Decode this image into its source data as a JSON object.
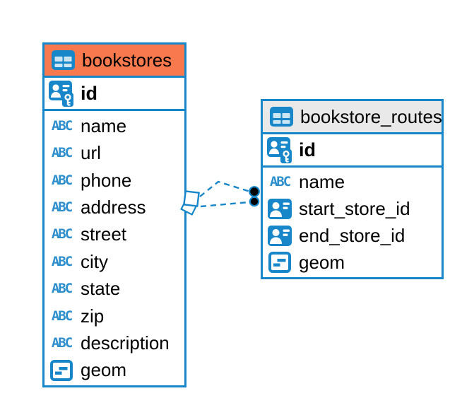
{
  "diagram": {
    "text_type_icon_label": "ABC",
    "colors": {
      "accent_blue": "#1787c9",
      "bookstores_header": "#f8794d",
      "routes_header": "#e9e9e9",
      "child_marker_fill": "#000000",
      "background": "#ffffff",
      "text": "#000000"
    },
    "tables": [
      {
        "name": "bookstores",
        "header_color": "#f8794d",
        "primary_key": {
          "name": "id",
          "icon": "primary-key-icon"
        },
        "columns": [
          {
            "name": "name",
            "icon": "text-type-icon"
          },
          {
            "name": "url",
            "icon": "text-type-icon"
          },
          {
            "name": "phone",
            "icon": "text-type-icon"
          },
          {
            "name": "address",
            "icon": "text-type-icon"
          },
          {
            "name": "street",
            "icon": "text-type-icon"
          },
          {
            "name": "city",
            "icon": "text-type-icon"
          },
          {
            "name": "state",
            "icon": "text-type-icon"
          },
          {
            "name": "zip",
            "icon": "text-type-icon"
          },
          {
            "name": "description",
            "icon": "text-type-icon"
          },
          {
            "name": "geom",
            "icon": "geometry-type-icon"
          }
        ]
      },
      {
        "name": "bookstore_routes",
        "header_color": "#e9e9e9",
        "primary_key": {
          "name": "id",
          "icon": "primary-key-icon"
        },
        "columns": [
          {
            "name": "name",
            "icon": "text-type-icon"
          },
          {
            "name": "start_store_id",
            "icon": "foreign-key-icon"
          },
          {
            "name": "end_store_id",
            "icon": "foreign-key-icon"
          },
          {
            "name": "geom",
            "icon": "foreign-key-geometry"
          }
        ]
      }
    ],
    "relationships": [
      {
        "from_table": "bookstores",
        "to_table": "bookstore_routes",
        "line_style": "dashed",
        "parent_marker": "diamond",
        "child_marker": "filled-circle"
      },
      {
        "from_table": "bookstores",
        "to_table": "bookstore_routes",
        "line_style": "dashed",
        "parent_marker": "diamond",
        "child_marker": "filled-circle"
      }
    ]
  }
}
